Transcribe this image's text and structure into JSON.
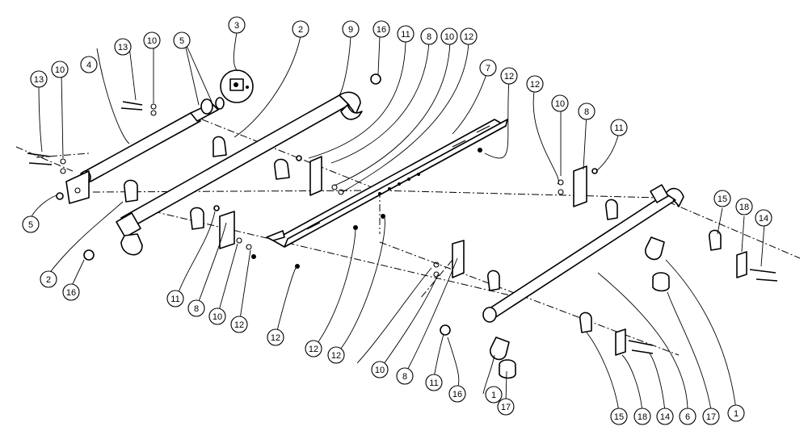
{
  "callouts": [
    {
      "label": "1"
    },
    {
      "label": "1"
    },
    {
      "label": "2"
    },
    {
      "label": "2"
    },
    {
      "label": "3"
    },
    {
      "label": "4"
    },
    {
      "label": "5"
    },
    {
      "label": "5"
    },
    {
      "label": "6"
    },
    {
      "label": "7"
    },
    {
      "label": "8"
    },
    {
      "label": "8"
    },
    {
      "label": "8"
    },
    {
      "label": "8"
    },
    {
      "label": "9"
    },
    {
      "label": "10"
    },
    {
      "label": "10"
    },
    {
      "label": "10"
    },
    {
      "label": "10"
    },
    {
      "label": "10"
    },
    {
      "label": "10"
    },
    {
      "label": "11"
    },
    {
      "label": "11"
    },
    {
      "label": "11"
    },
    {
      "label": "11"
    },
    {
      "label": "12"
    },
    {
      "label": "12"
    },
    {
      "label": "12"
    },
    {
      "label": "12"
    },
    {
      "label": "12"
    },
    {
      "label": "12"
    },
    {
      "label": "12"
    },
    {
      "label": "13"
    },
    {
      "label": "13"
    },
    {
      "label": "14"
    },
    {
      "label": "14"
    },
    {
      "label": "15"
    },
    {
      "label": "15"
    },
    {
      "label": "16"
    },
    {
      "label": "16"
    },
    {
      "label": "16"
    },
    {
      "label": "17"
    },
    {
      "label": "17"
    },
    {
      "label": "18"
    },
    {
      "label": "18"
    }
  ]
}
